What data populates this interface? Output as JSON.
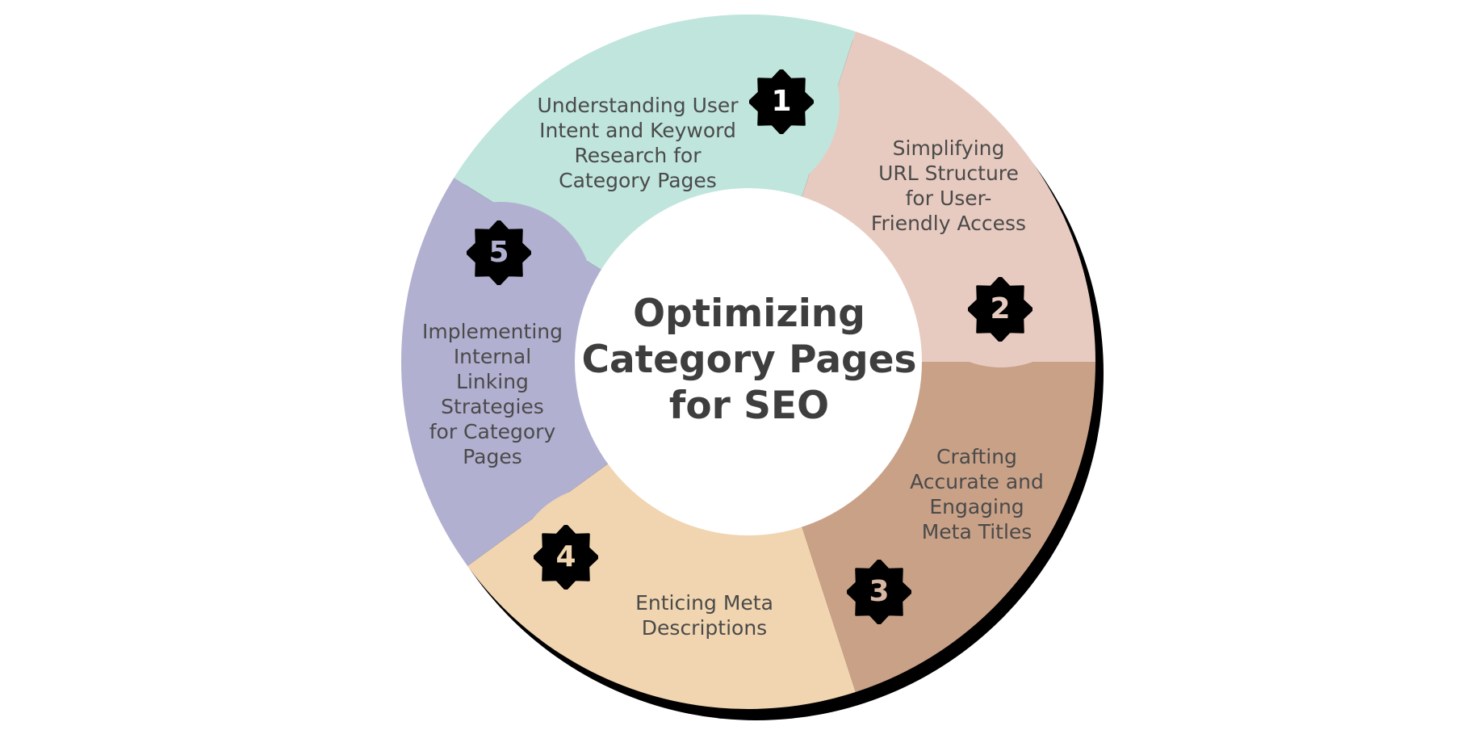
{
  "title": "Optimizing\nCategory Pages\nfor SEO",
  "segments": [
    {
      "number": "1",
      "label": "Understanding User\nIntent and Keyword\nResearch for\nCategory Pages",
      "color": "#bfe5dc",
      "number_color": "#ffffff"
    },
    {
      "number": "2",
      "label": "Simplifying\nURL Structure\nfor User-\nFriendly Access",
      "color": "#e8cbc0",
      "number_color": "#e8cbc0"
    },
    {
      "number": "3",
      "label": "Crafting\nAccurate and\nEngaging\nMeta Titles",
      "color": "#c9a187",
      "number_color": "#d8b7a2"
    },
    {
      "number": "4",
      "label": "Enticing Meta\nDescriptions",
      "color": "#f0d5b0",
      "number_color": "#f0d5b0"
    },
    {
      "number": "5",
      "label": "Implementing\nInternal\nLinking\nStrategies\nfor Category\nPages",
      "color": "#b1b0d0",
      "number_color": "#b1b0d0"
    }
  ],
  "colors": {
    "center": "#ffffff",
    "shadow": "#000000",
    "badge": "#000000",
    "text": "#4a4a4a"
  }
}
